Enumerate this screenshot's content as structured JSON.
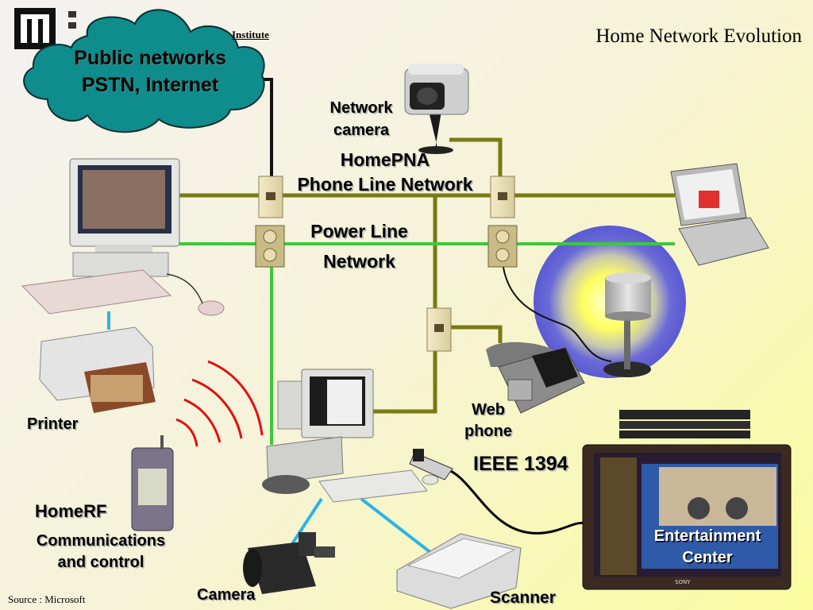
{
  "slide": {
    "title": "Home Network Evolution",
    "source": "Source : Microsoft",
    "institute_fragment": "Institute"
  },
  "cloud": {
    "line1": "Public networks",
    "line2": "PSTN, Internet"
  },
  "labels": {
    "network_camera_1": "Network",
    "network_camera_2": "camera",
    "homepna_1": "HomePNA",
    "homepna_2": "Phone Line Network",
    "power_line_1": "Power Line",
    "power_line_2": "Network",
    "web_phone_1": "Web",
    "web_phone_2": "phone",
    "ieee": "IEEE 1394",
    "printer": "Printer",
    "homerf": "HomeRF",
    "comm_1": "Communications",
    "comm_2": "and control",
    "camera": "Camera",
    "scanner": "Scanner",
    "entertainment_1": "Entertainment",
    "entertainment_2": "Center"
  },
  "colors": {
    "phone_line": "#7a7a14",
    "power_line": "#3cc83c",
    "homerf_wave": "#e01010",
    "ieee_cable": "#000000",
    "usb_cable": "#28b4e6",
    "cloud_fill": "#0f8c8c",
    "lamp_halo": "#5a5ad2"
  },
  "icons": [
    "logo-icon",
    "cloud-icon",
    "desktop-pc-icon",
    "printer-icon",
    "network-camera-icon",
    "laptop-icon",
    "lamp-icon",
    "web-phone-icon",
    "phone-jack-icon",
    "power-outlet-icon",
    "second-pc-icon",
    "cellphone-icon",
    "camcorder-icon",
    "scanner-icon",
    "tv-icon",
    "dv-plug-icon"
  ]
}
